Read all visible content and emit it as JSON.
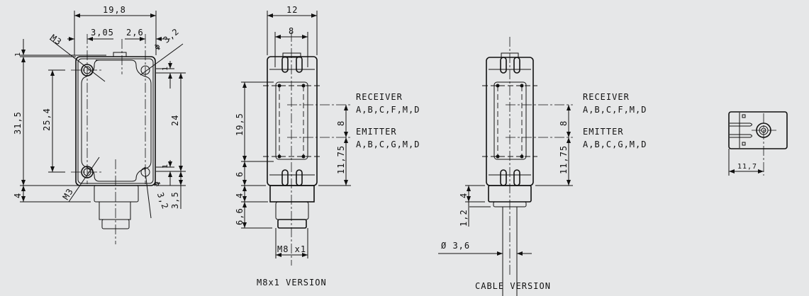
{
  "front_view": {
    "width": "19,8",
    "hole_offset_left": "3,05",
    "hole_offset_right": "2,6",
    "thread_top": "M3",
    "thread_bottom": "M3",
    "hole_dia_top": "Φ 3,2",
    "hole_dia_bottom": "Φ 3,2",
    "height": "31,5",
    "hole_pitch_left": "25,4",
    "hole_pitch_right": "24",
    "top_offset": "1",
    "bottom_offset": "4",
    "right_top_offset": "1",
    "right_bottom_offset": "1",
    "right_bottom_gap": "3,5"
  },
  "m8_view": {
    "width": "12",
    "inner_width": "8",
    "window_height": "19,5",
    "dim_6": "6",
    "dim_4": "4",
    "dim_6_6": "6,6",
    "thread": "M8 x1",
    "optic_pitch": "8",
    "optic_offset": "11,75",
    "receiver_label": "RECEIVER",
    "receiver_models": "A,B,C,F,M,D",
    "emitter_label": "EMITTER",
    "emitter_models": "A,B,C,G,M,D",
    "caption": "M8x1 VERSION"
  },
  "cable_view": {
    "dim_4": "4",
    "dim_1_2": "1,2",
    "cable_dia": "Ø 3,6",
    "optic_pitch": "8",
    "optic_offset": "11,75",
    "receiver_label": "RECEIVER",
    "receiver_models": "A,B,C,F,M,D",
    "emitter_label": "EMITTER",
    "emitter_models": "A,B,C,G,M,D",
    "caption": "CABLE VERSION"
  },
  "top_view": {
    "depth": "11,7"
  }
}
